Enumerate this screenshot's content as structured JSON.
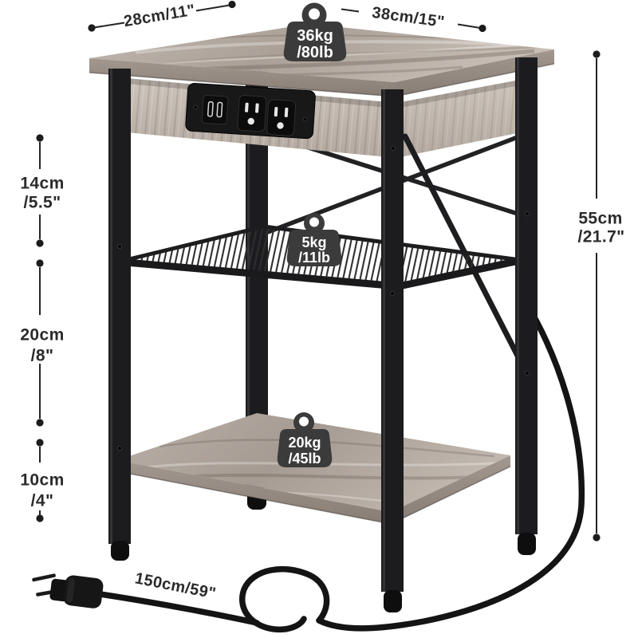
{
  "product": {
    "name": "3-tier side table with charging station",
    "view": "isometric product dimension diagram"
  },
  "annotations": {
    "width": "28cm/11\"",
    "depth": "38cm/15\"",
    "spacing_top": {
      "cm": "14cm",
      "in": "/5.5\""
    },
    "spacing_middle": {
      "cm": "20cm",
      "in": "/8\""
    },
    "spacing_bottom": {
      "cm": "10cm",
      "in": "/4\""
    },
    "height": {
      "cm": "55cm",
      "in": "/21.7\""
    },
    "cord_length": "150cm/59\""
  },
  "capacity": {
    "tabletop": {
      "kg": "36kg",
      "lb": "/80lb"
    },
    "middle_shelf": {
      "kg": "5kg",
      "lb": "/11lb"
    },
    "bottom_shelf": {
      "kg": "20kg",
      "lb": "/45lb"
    }
  },
  "colors": {
    "wood": "#b3a99f",
    "wood_edge": "#978d84",
    "metal_black": "#1c1c1e",
    "badge": "#3b3b3b",
    "annotation": "#262626",
    "background": "#ffffff"
  }
}
